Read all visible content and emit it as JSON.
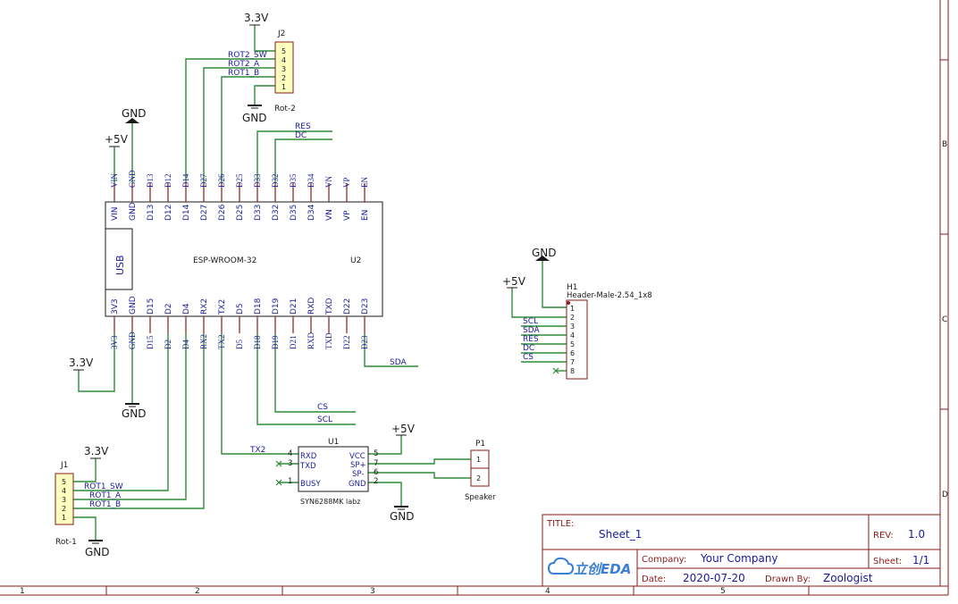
{
  "title_block": {
    "title_label": "TITLE:",
    "title": "Sheet_1",
    "rev_label": "REV:",
    "rev": "1.0",
    "company_label": "Company:",
    "company": "Your Company",
    "sheet_label": "Sheet:",
    "sheet": "1/1",
    "date_label": "Date:",
    "date": "2020-07-20",
    "drawn_label": "Drawn By:",
    "drawn_by": "Zoologist",
    "logo_text": "立创EDA"
  },
  "border": {
    "cols": [
      "1",
      "2",
      "3",
      "4",
      "5"
    ],
    "rows": [
      "B",
      "C",
      "D"
    ]
  },
  "u2": {
    "ref": "U2",
    "name": "ESP-WROOM-32",
    "usb": "USB",
    "top_pins": [
      "VIN",
      "GND",
      "D13",
      "D12",
      "D14",
      "D27",
      "D26",
      "D25",
      "D33",
      "D32",
      "D35",
      "D34",
      "VN",
      "VP",
      "EN"
    ],
    "bottom_pins": [
      "3V3",
      "GND",
      "D15",
      "D2",
      "D4",
      "RX2",
      "TX2",
      "D5",
      "D18",
      "D19",
      "D21",
      "RXD",
      "TXD",
      "D22",
      "D23"
    ]
  },
  "j2": {
    "ref": "J2",
    "name": "Rot-2",
    "pins": [
      "5",
      "4",
      "3",
      "2",
      "1"
    ]
  },
  "j1": {
    "ref": "J1",
    "name": "Rot-1",
    "pins": [
      "5",
      "4",
      "3",
      "2",
      "1"
    ]
  },
  "h1": {
    "ref": "H1",
    "name": "Header-Male-2.54_1x8",
    "pins": [
      "1",
      "2",
      "3",
      "4",
      "5",
      "6",
      "7",
      "8"
    ]
  },
  "u1": {
    "ref": "U1",
    "name": "SYN6288MK labz",
    "left_pins": [
      {
        "num": "4",
        "name": "RXD"
      },
      {
        "num": "3",
        "name": "TXD"
      },
      {
        "num": "1",
        "name": "BUSY"
      }
    ],
    "right_pins": [
      {
        "num": "5",
        "name": "VCC"
      },
      {
        "num": "7",
        "name": "SP+"
      },
      {
        "num": "6",
        "name": "SP-"
      },
      {
        "num": "2",
        "name": "GND"
      }
    ]
  },
  "p1": {
    "ref": "P1",
    "name": "Speaker",
    "pins": [
      "1",
      "2"
    ]
  },
  "power": {
    "v33": "3.3V",
    "v5": "+5V",
    "gnd": "GND"
  },
  "nets": {
    "rot2_sw": "ROT2_SW",
    "rot2_a": "ROT2_A",
    "rot1_b": "ROT1_B",
    "rot1_sw": "ROT1_SW",
    "rot1_a": "ROT1_A",
    "res": "RES",
    "dc": "DC",
    "sda": "SDA",
    "cs": "CS",
    "scl": "SCL",
    "tx2": "TX2",
    "h1_labels": [
      "SCL",
      "SDA",
      "RES",
      "DC",
      "CS"
    ]
  },
  "colors": {
    "wire": "#2e8b3a",
    "part": "#8b1a1a",
    "label": "#1a1a99",
    "fill": "#ffffc0",
    "border": "#8b1a1a",
    "title": "#1a1a99"
  }
}
